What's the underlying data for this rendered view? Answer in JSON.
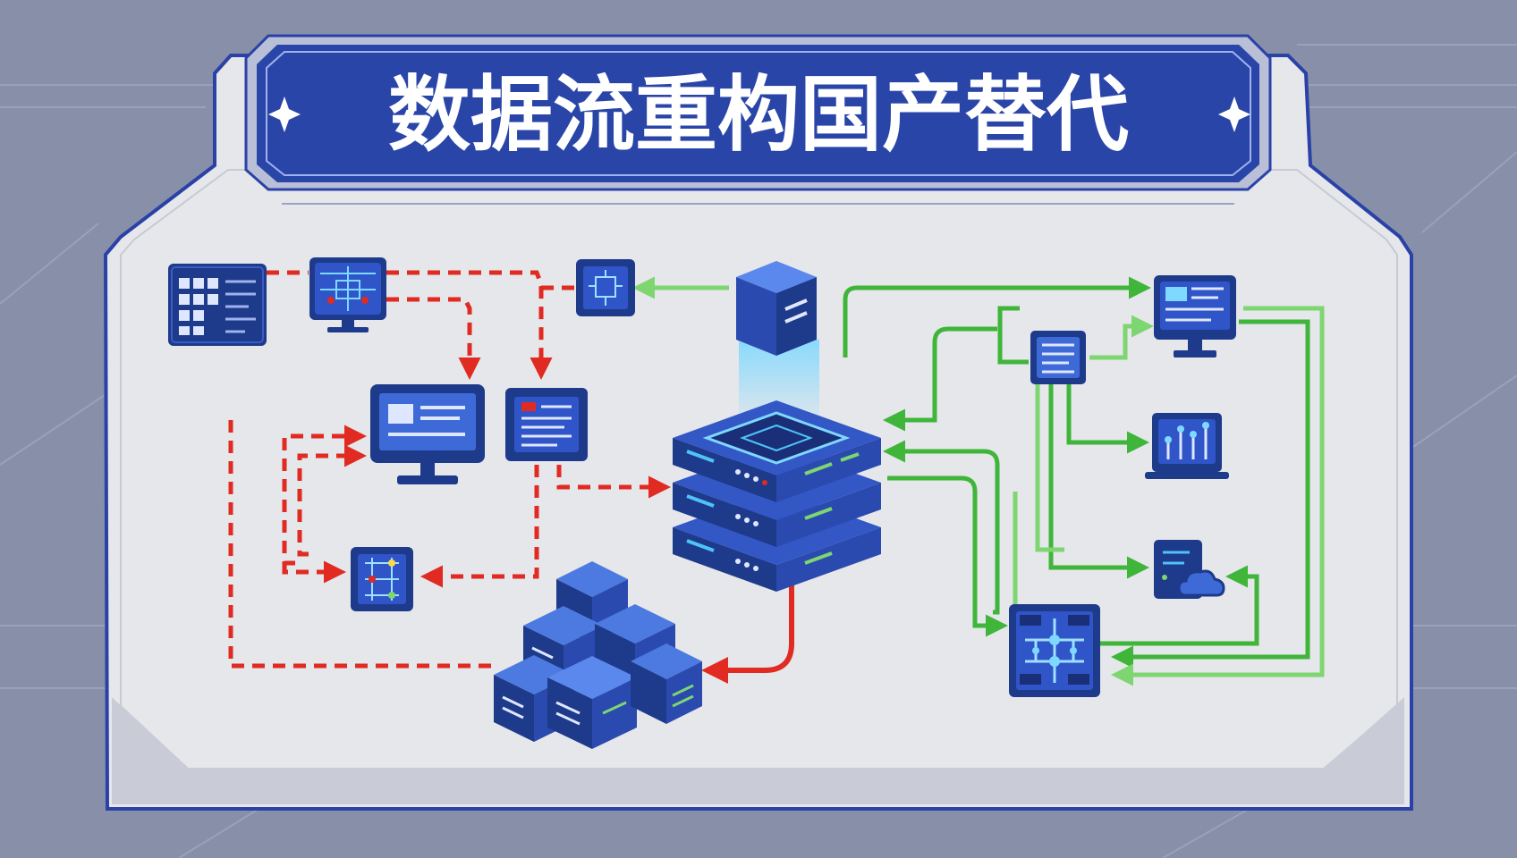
{
  "title": "数据流重构国产替代",
  "colors": {
    "background": "#8790a8",
    "panel": "#e6e7eb",
    "panel_border": "#2a41a8",
    "banner": "#2a45a8",
    "banner_text": "#ffffff",
    "legacy_flow": "#e02a22",
    "new_flow": "#3fb53a",
    "new_flow_light": "#7ed670",
    "node_dark": "#1e3a8a",
    "node_accent": "#4fc3f7"
  },
  "nodes": [
    {
      "name": "dashboard-grid-icon",
      "kind": "legacy-source"
    },
    {
      "name": "router-chip-icon",
      "kind": "legacy-source"
    },
    {
      "name": "circuit-module-icon",
      "kind": "adapter"
    },
    {
      "name": "monitor-icon",
      "kind": "legacy-client"
    },
    {
      "name": "document-panel-icon",
      "kind": "legacy-client"
    },
    {
      "name": "chip-module-icon",
      "kind": "legacy-processor"
    },
    {
      "name": "cube-stack-icon",
      "kind": "legacy-storage"
    },
    {
      "name": "central-server-stack-icon",
      "kind": "core"
    },
    {
      "name": "top-cube-icon",
      "kind": "core-input"
    },
    {
      "name": "list-panel-icon",
      "kind": "new-service"
    },
    {
      "name": "desktop-monitor-icon",
      "kind": "new-client"
    },
    {
      "name": "laptop-chart-icon",
      "kind": "new-client"
    },
    {
      "name": "cloud-server-icon",
      "kind": "new-cloud"
    },
    {
      "name": "circuit-board-icon",
      "kind": "new-hub"
    }
  ]
}
